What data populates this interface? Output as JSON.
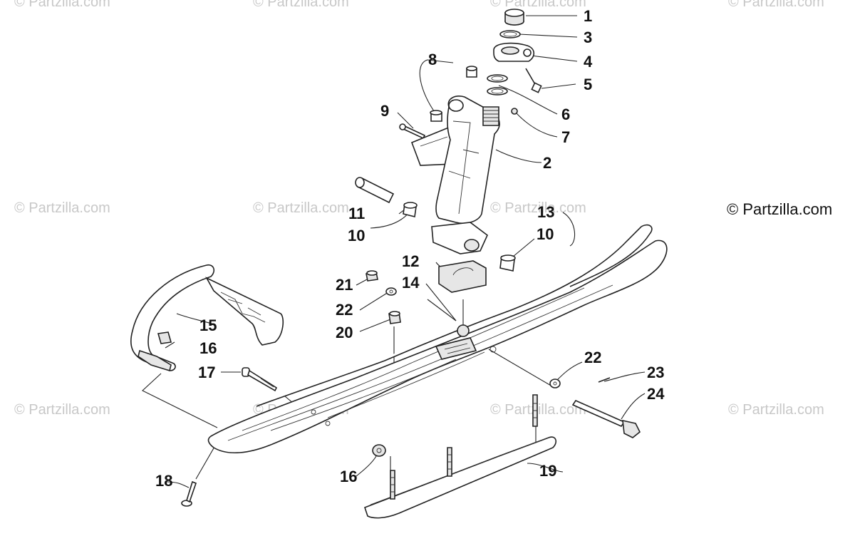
{
  "watermark_text": "© Partzilla.com",
  "copyright_text": "© Partzilla.com",
  "callouts": {
    "c1": "1",
    "c2": "2",
    "c3": "3",
    "c4": "4",
    "c5": "5",
    "c6": "6",
    "c7": "7",
    "c8": "8",
    "c9": "9",
    "c10a": "10",
    "c10b": "10",
    "c11": "11",
    "c12": "12",
    "c13": "13",
    "c14": "14",
    "c15": "15",
    "c16a": "16",
    "c16b": "16",
    "c17": "17",
    "c18": "18",
    "c19": "19",
    "c20": "20",
    "c21": "21",
    "c22a": "22",
    "c22b": "22",
    "c23": "23",
    "c24": "24"
  }
}
